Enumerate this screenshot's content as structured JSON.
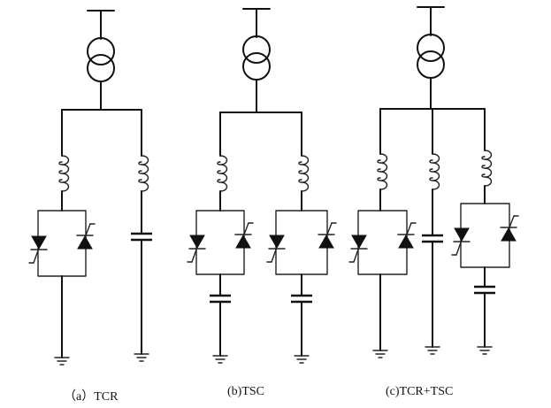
{
  "panels": [
    {
      "id": "a",
      "caption": "（a）TCR"
    },
    {
      "id": "b",
      "caption": "(b)TSC"
    },
    {
      "id": "c",
      "caption": "(c)TCR+TSC"
    }
  ]
}
